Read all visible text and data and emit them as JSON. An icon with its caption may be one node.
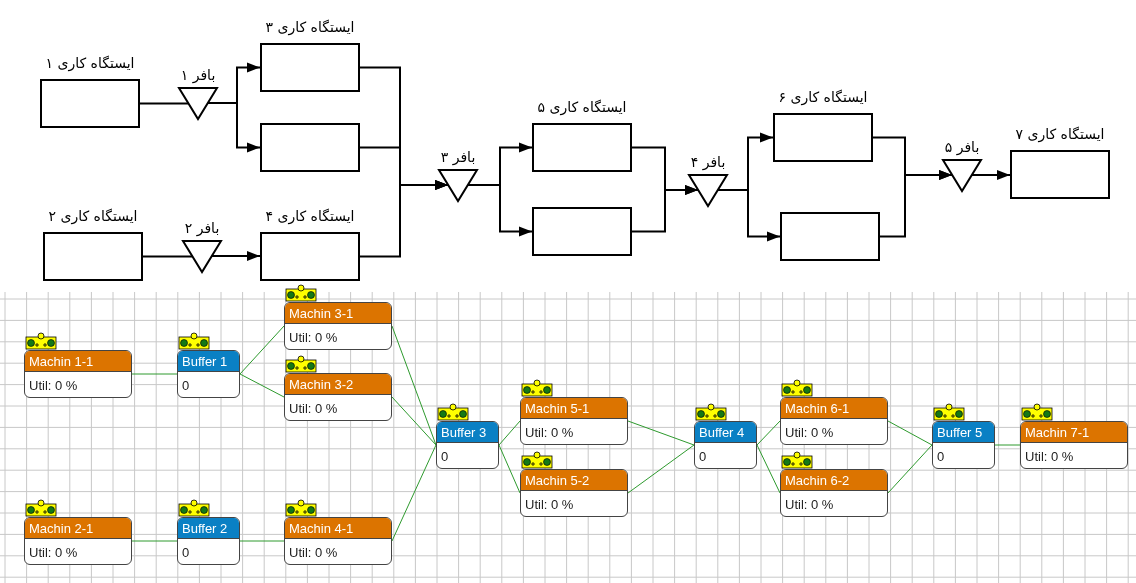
{
  "diagram": {
    "nodes": [
      {
        "text": [
          "ایستگاه کاری ۱"
        ]
      },
      {
        "text": [
          "بافر ۱"
        ]
      },
      {
        "text": [
          "ایستگاه کاری ۳"
        ]
      },
      {
        "text": [],
        "shape": "box"
      },
      {
        "text": [
          "ایستگاه کاری ۲"
        ]
      },
      {
        "text": [
          "بافر ۲"
        ]
      },
      {
        "text": [
          "ایستگاه کاری ۴"
        ]
      },
      {
        "text": [
          "بافر ۳"
        ]
      },
      {
        "text": [
          "ایستگاه کاری ۵"
        ]
      },
      {
        "text": [],
        "shape": "box"
      },
      {
        "text": [
          "بافر ۴"
        ]
      },
      {
        "text": [
          "ایستگاه کاری ۶"
        ]
      },
      {
        "text": [],
        "shape": "box"
      },
      {
        "text": [
          "بافر ۵"
        ]
      },
      {
        "text": [
          "ایستگاه کاری ۷"
        ]
      },
      {
        "text": [
          "Machin 1-1",
          "Util: 0 %"
        ]
      },
      {
        "text": [
          "Buffer 1",
          "0"
        ]
      },
      {
        "text": [
          "Machin 3-1",
          "Util: 0 %"
        ]
      },
      {
        "text": [
          "Machin 3-2",
          "Util: 0 %"
        ]
      },
      {
        "text": [
          "Buffer 3",
          "0"
        ]
      },
      {
        "text": [
          "Machin 5-1",
          "Util: 0 %"
        ]
      },
      {
        "text": [
          "Machin 5-2",
          "Util: 0 %"
        ]
      },
      {
        "text": [
          "Buffer 4",
          "0"
        ]
      },
      {
        "text": [
          "Machin 6-1",
          "Util: 0 %"
        ]
      },
      {
        "text": [
          "Machin 6-2",
          "Util: 0 %"
        ]
      },
      {
        "text": [
          "Buffer 5",
          "0"
        ]
      },
      {
        "text": [
          "Machin 7-1",
          "Util: 0 %"
        ]
      },
      {
        "text": [
          "Machin 2-1",
          "Util: 0 %"
        ]
      },
      {
        "text": [
          "Buffer 2",
          "0"
        ]
      },
      {
        "text": [
          "Machin 4-1",
          "Util: 0 %"
        ]
      }
    ],
    "edges": [
      {
        "from": 0,
        "to": 1,
        "arrow": "none"
      },
      {
        "from": 1,
        "to": 2,
        "arrow": "to"
      },
      {
        "from": 1,
        "to": 3,
        "arrow": "to"
      },
      {
        "from": 2,
        "to": 7,
        "arrow": "to"
      },
      {
        "from": 3,
        "to": 7,
        "arrow": "to"
      },
      {
        "from": 6,
        "to": 7,
        "arrow": "to"
      },
      {
        "from": 4,
        "to": 5,
        "arrow": "none"
      },
      {
        "from": 5,
        "to": 6,
        "arrow": "to"
      },
      {
        "from": 7,
        "to": 8,
        "arrow": "to"
      },
      {
        "from": 7,
        "to": 9,
        "arrow": "to"
      },
      {
        "from": 8,
        "to": 10,
        "arrow": "to"
      },
      {
        "from": 9,
        "to": 10,
        "arrow": "to"
      },
      {
        "from": 10,
        "to": 11,
        "arrow": "to"
      },
      {
        "from": 10,
        "to": 12,
        "arrow": "to"
      },
      {
        "from": 11,
        "to": 13,
        "arrow": "to"
      },
      {
        "from": 12,
        "to": 13,
        "arrow": "to"
      },
      {
        "from": 13,
        "to": 14,
        "arrow": "to"
      },
      {
        "from": 15,
        "to": 16,
        "arrow": "none",
        "color": "#2e9a2e"
      },
      {
        "from": 16,
        "to": 17,
        "arrow": "none",
        "color": "#2e9a2e"
      },
      {
        "from": 16,
        "to": 18,
        "arrow": "none",
        "color": "#2e9a2e"
      },
      {
        "from": 17,
        "to": 19,
        "arrow": "none",
        "color": "#2e9a2e"
      },
      {
        "from": 18,
        "to": 19,
        "arrow": "none",
        "color": "#2e9a2e"
      },
      {
        "from": 27,
        "to": 28,
        "arrow": "none",
        "color": "#2e9a2e"
      },
      {
        "from": 28,
        "to": 29,
        "arrow": "none",
        "color": "#2e9a2e"
      },
      {
        "from": 29,
        "to": 19,
        "arrow": "none",
        "color": "#2e9a2e"
      },
      {
        "from": 19,
        "to": 20,
        "arrow": "none",
        "color": "#2e9a2e"
      },
      {
        "from": 19,
        "to": 21,
        "arrow": "none",
        "color": "#2e9a2e"
      },
      {
        "from": 20,
        "to": 22,
        "arrow": "none",
        "color": "#2e9a2e"
      },
      {
        "from": 21,
        "to": 22,
        "arrow": "none",
        "color": "#2e9a2e"
      },
      {
        "from": 22,
        "to": 23,
        "arrow": "none",
        "color": "#2e9a2e"
      },
      {
        "from": 22,
        "to": 24,
        "arrow": "none",
        "color": "#2e9a2e"
      },
      {
        "from": 23,
        "to": 25,
        "arrow": "none",
        "color": "#2e9a2e"
      },
      {
        "from": 24,
        "to": 25,
        "arrow": "none",
        "color": "#2e9a2e"
      },
      {
        "from": 25,
        "to": 26,
        "arrow": "none",
        "color": "#2e9a2e"
      }
    ]
  }
}
